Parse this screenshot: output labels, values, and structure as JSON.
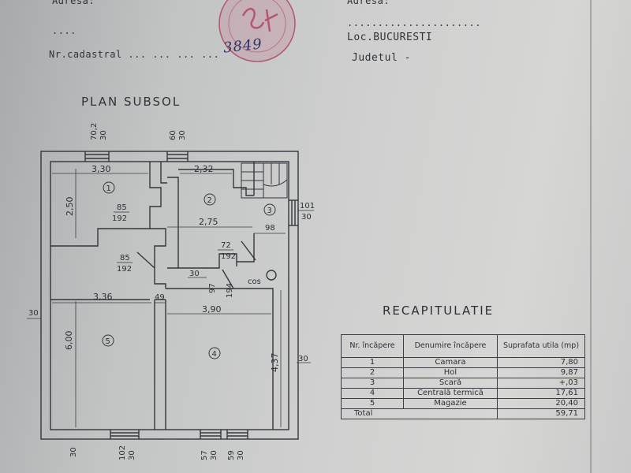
{
  "header": {
    "adresa_left": "Adresa:",
    "dots_left": "....",
    "nr_cadastral": "Nr.cadastral ... ... ... ...",
    "adresa_right": "Adresa:",
    "dots_right": "......................",
    "loc": "Loc.BUCURESTI",
    "judetul": "Judetul -",
    "stamp_number": "3849",
    "stamp_mark": "SK"
  },
  "plan": {
    "title": "PLAN SUBSOL",
    "rooms": [
      {
        "number": "1"
      },
      {
        "number": "2"
      },
      {
        "number": "3"
      },
      {
        "number": "4"
      },
      {
        "number": "5"
      }
    ],
    "dims": {
      "w_top_left": "3,30",
      "w_top_mid": "2,32",
      "h_room1": "2,50",
      "w_275": "2,75",
      "w_98": "98",
      "door1_top": "85",
      "door1_bot": "192",
      "door2_top": "72",
      "door2_bot": "192",
      "door3_top": "85",
      "door3_bot": "192",
      "d_30_mid": "30",
      "d_97": "97",
      "d_194": "194",
      "cos": "cos",
      "w_336": "3,36",
      "w_49": "49",
      "w_390": "3,90",
      "h_600": "6,00",
      "h_437": "4,37",
      "wall_left": "30",
      "wall_right": "30",
      "win_top1_a": "70,2",
      "win_top1_b": "30",
      "win_top2_a": "60",
      "win_top2_b": "30",
      "win_side_a": "101",
      "win_side_b": "30",
      "bot_30": "30",
      "bot_102": "102",
      "bot_102b": "30",
      "bot_57": "57",
      "bot_57b": "30",
      "bot_59": "59",
      "bot_59b": "30"
    }
  },
  "recap": {
    "title": "RECAPITULATIE",
    "headers": [
      "Nr. încăpere",
      "Denumire încăpere",
      "Suprafata utila (mp)"
    ],
    "rows": [
      [
        "1",
        "Camara",
        "7,80"
      ],
      [
        "2",
        "Hol",
        "9,87"
      ],
      [
        "3",
        "Scară",
        "+,03"
      ],
      [
        "4",
        "Centrală termică",
        "17,61"
      ],
      [
        "5",
        "Magazie",
        "20,40"
      ]
    ],
    "total_label": "Total",
    "total_value": "59,71"
  }
}
